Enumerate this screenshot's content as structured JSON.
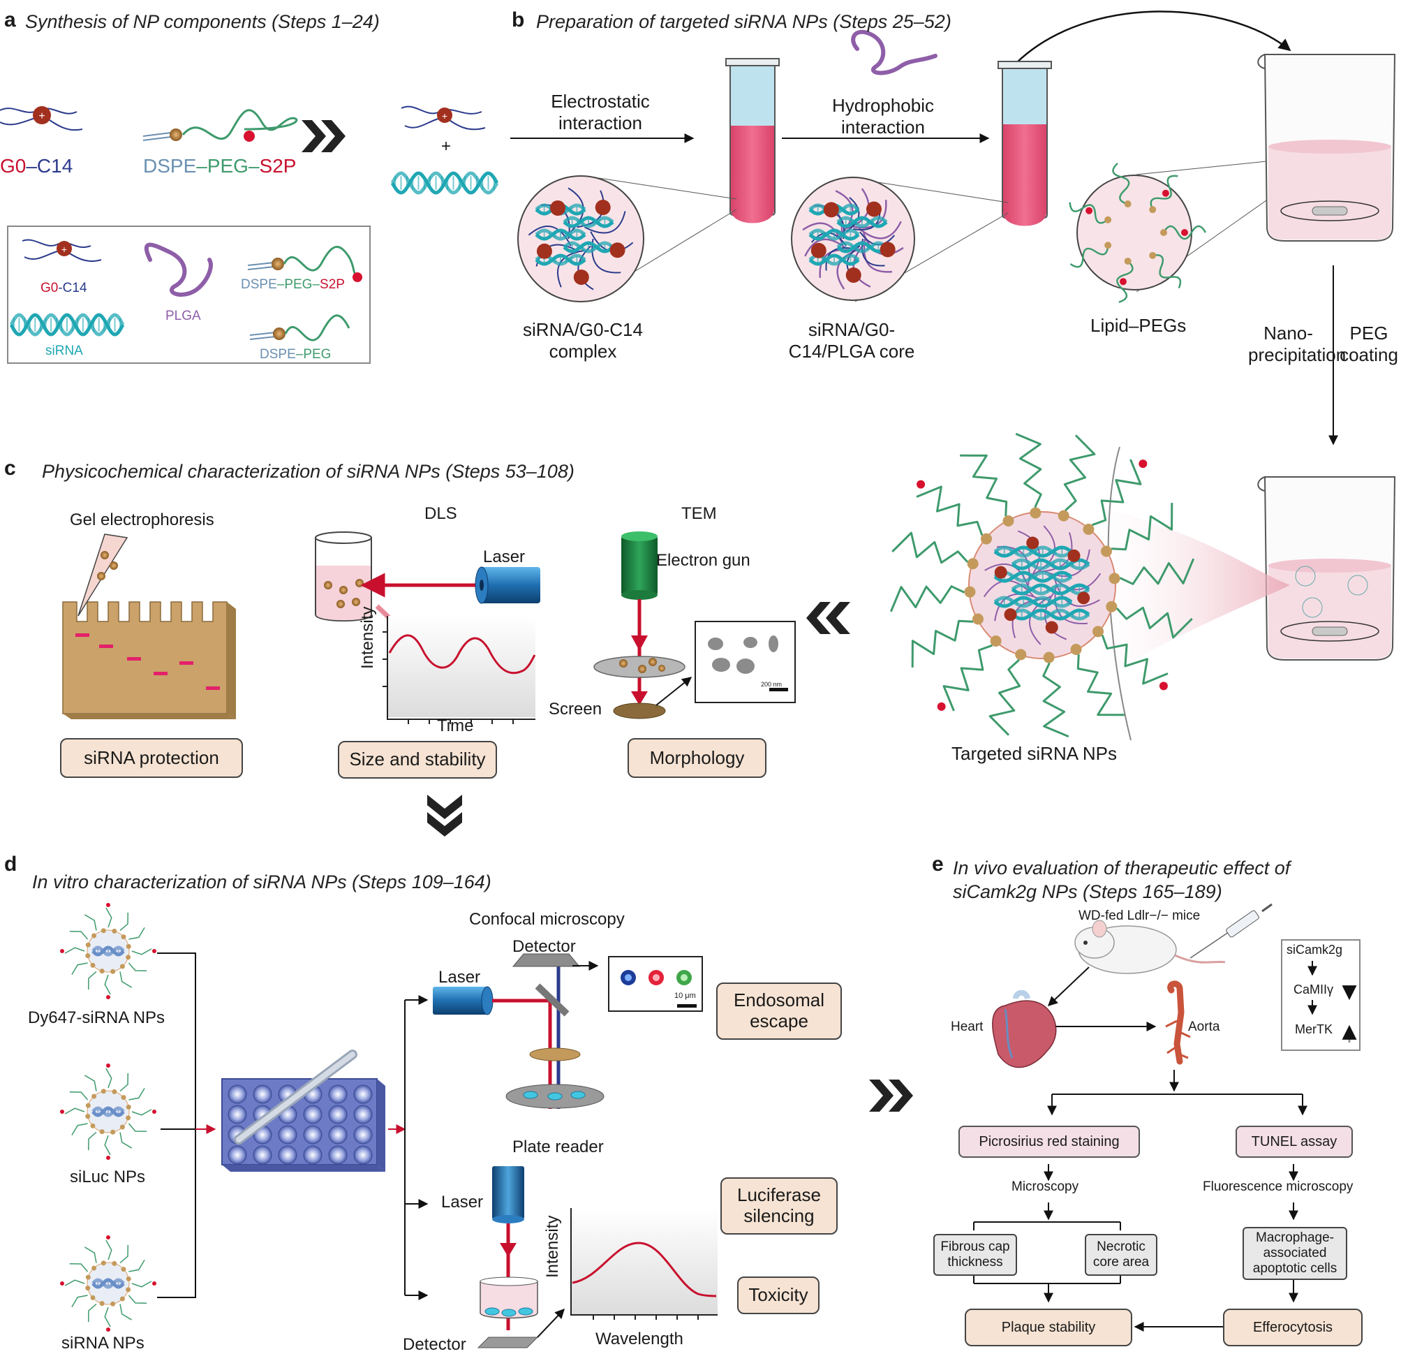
{
  "panel_a": {
    "letter": "a",
    "title": "Synthesis  of NP components (Steps 1–24)",
    "g0": "G0",
    "c14": "–C14",
    "dspe": "DSPE",
    "peg": "–PEG–",
    "s2p": "S2P",
    "plus": "+",
    "legend": {
      "g0": "G0",
      "c14": "-C14",
      "plga": "PLGA",
      "sirna": "siRNA",
      "dspe_peg_s2p": [
        "DSPE",
        "–PEG–",
        "S2P"
      ],
      "dspe_peg": [
        "DSPE",
        "–PEG"
      ]
    }
  },
  "panel_b": {
    "letter": "b",
    "title": "Preparation of targeted siRNA NPs (Steps 25–52)",
    "electrostatic": "Electrostatic interaction",
    "hydrophobic": "Hydrophobic interaction",
    "complex": "siRNA/G0-C14 complex",
    "core": "siRNA/G0-C14/PLGA core",
    "lipid": "Lipid–PEGs",
    "nano": "Nano- precipitation",
    "peg_coating": "PEG coating",
    "targeted": "Targeted siRNA NPs"
  },
  "panel_c": {
    "letter": "c",
    "title": "Physicochemical characterization of siRNA NPs (Steps 53–108)",
    "gel": "Gel electrophoresis",
    "dls": "DLS",
    "tem": "TEM",
    "laser": "Laser",
    "intensity": "Intensity",
    "time": "Time",
    "electron_gun": "Electron gun",
    "screen": "Screen",
    "scale": "200 nm",
    "box1": "siRNA protection",
    "box2": "Size and stability",
    "box3": "Morphology"
  },
  "panel_d": {
    "letter": "d",
    "title": "In vitro characterization of siRNA NPs (Steps 109–164)",
    "np1": "Dy647-siRNA NPs",
    "np2": "siLuc NPs",
    "np3": "siRNA NPs",
    "confocal": "Confocal microscopy",
    "detector": "Detector",
    "laser": "Laser",
    "scale": "10 μm",
    "endo": "Endosomal escape",
    "plate": "Plate reader",
    "luc": "Luciferase silencing",
    "tox": "Toxicity",
    "intensity": "Intensity",
    "wavelength": "Wavelength"
  },
  "panel_e": {
    "letter": "e",
    "title1": "In vivo evaluation of therapeutic effect of",
    "title2": "siCamk2g NPs (Steps 165–189)",
    "mice": "WD-fed Ldlr−/− mice",
    "heart": "Heart",
    "aorta": "Aorta",
    "sicamk": "siCamk2g",
    "camk": "CaMIIγ",
    "mertk": "MerTK",
    "picro": "Picrosirius red staining",
    "tunel": "TUNEL assay",
    "micro": "Microscopy",
    "fluor": "Fluorescence microscopy",
    "fibrous": "Fibrous cap thickness",
    "necrotic": "Necrotic core area",
    "macro": "Macrophage- associated apoptotic cells",
    "plaque": "Plaque stability",
    "effero": "Efferocytosis"
  },
  "colors": {
    "red": "#c8102e",
    "teal": "#1fa7b3",
    "purple": "#8e5ea8",
    "green": "#3e9a6c",
    "navy": "#2b3a8c",
    "tan": "#c49a5c",
    "peach": "#f6e3d3",
    "pink": "#e8587a"
  }
}
